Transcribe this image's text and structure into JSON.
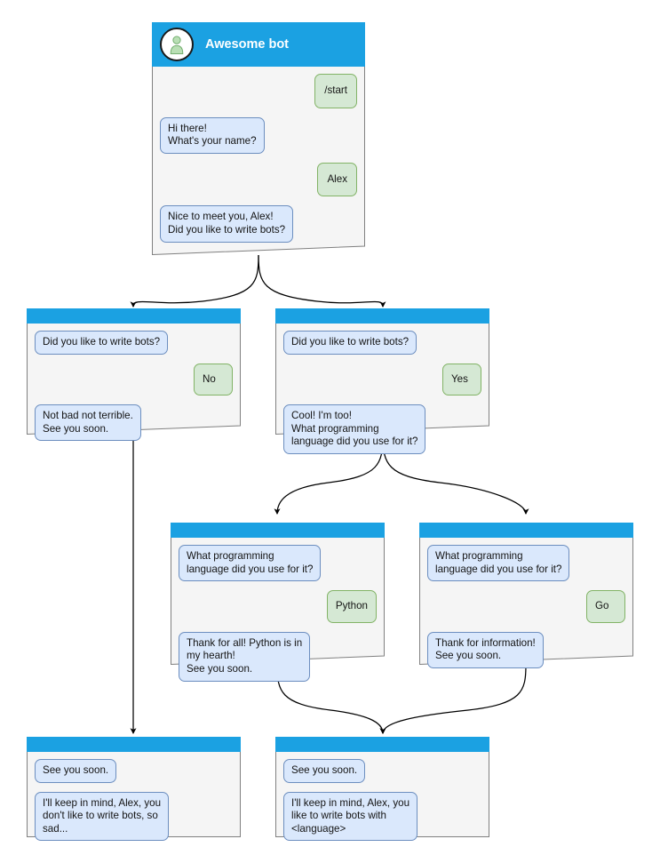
{
  "diagram": {
    "title": "Awesome bot conversation flow",
    "colors": {
      "header_bar": "#1ba1e2",
      "card_background": "#f5f5f5",
      "card_border": "#808080",
      "bot_bubble_fill": "#dae8fc",
      "bot_bubble_border": "#6c8ebf",
      "user_bubble_fill": "#d5e8d4",
      "user_bubble_border": "#82b366",
      "edge": "#000000",
      "page_background": "#ffffff"
    }
  },
  "nodes": {
    "root": {
      "header": {
        "title": "Awesome bot",
        "avatar": "person-avatar-icon"
      },
      "messages": [
        {
          "from": "user",
          "text": "/start"
        },
        {
          "from": "bot",
          "text": "Hi there!\nWhat's your name?"
        },
        {
          "from": "user",
          "text": "Alex"
        },
        {
          "from": "bot",
          "text": "Nice to meet you, Alex!\nDid you like to write bots?"
        }
      ]
    },
    "no_branch": {
      "messages": [
        {
          "from": "bot",
          "text": "Did you like to write bots?"
        },
        {
          "from": "user",
          "text": "No"
        },
        {
          "from": "bot",
          "text": "Not bad not terrible.\nSee you soon."
        }
      ]
    },
    "yes_branch": {
      "messages": [
        {
          "from": "bot",
          "text": "Did you like to write bots?"
        },
        {
          "from": "user",
          "text": "Yes"
        },
        {
          "from": "bot",
          "text": "Cool! I'm too!\nWhat programming\nlanguage did you use for it?"
        }
      ]
    },
    "python_branch": {
      "messages": [
        {
          "from": "bot",
          "text": "What programming\nlanguage did you use for it?"
        },
        {
          "from": "user",
          "text": "Python"
        },
        {
          "from": "bot",
          "text": "Thank for all! Python is in\nmy hearth!\nSee you soon."
        }
      ]
    },
    "go_branch": {
      "messages": [
        {
          "from": "bot",
          "text": "What programming\nlanguage did you use for it?"
        },
        {
          "from": "user",
          "text": "Go"
        },
        {
          "from": "bot",
          "text": "Thank for information!\nSee you soon."
        }
      ]
    },
    "end_sad": {
      "messages": [
        {
          "from": "bot",
          "text": "See you soon."
        },
        {
          "from": "bot",
          "text": "I'll keep in mind, Alex, you\ndon't like to write bots, so\nsad..."
        }
      ]
    },
    "end_happy": {
      "messages": [
        {
          "from": "bot",
          "text": "See you soon."
        },
        {
          "from": "bot",
          "text": "I'll keep in mind, Alex, you\nlike to write bots with\n<language>"
        }
      ]
    }
  }
}
